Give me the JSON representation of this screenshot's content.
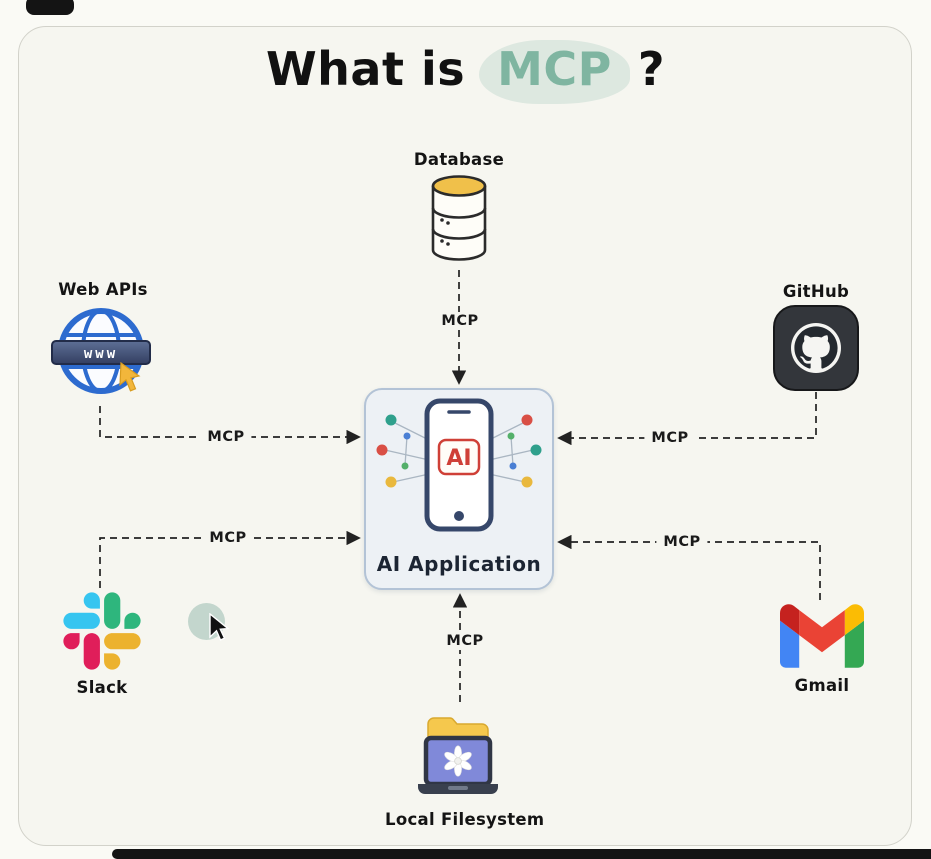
{
  "title": {
    "prefix": "What is",
    "highlight": "MCP",
    "suffix": "?"
  },
  "center": {
    "app_label": "AI Application",
    "phone_screen_label": "AI"
  },
  "nodes": {
    "database": {
      "label": "Database",
      "mcp_label": "MCP"
    },
    "web_apis": {
      "label": "Web APIs",
      "banner": "www",
      "mcp_label": "MCP"
    },
    "github": {
      "label": "GitHub",
      "mcp_label": "MCP"
    },
    "slack": {
      "label": "Slack",
      "mcp_label": "MCP"
    },
    "gmail": {
      "label": "Gmail",
      "mcp_label": "MCP"
    },
    "filesystem": {
      "label": "Local Filesystem",
      "mcp_label": "MCP"
    }
  },
  "colors": {
    "page_background": "#fafaf5",
    "card_background": "#f6f6f0",
    "title_text": "#111111",
    "mcp_highlight_text": "#7fb5a1",
    "mcp_highlight_bg": "#dde8e0",
    "connector": "#222222",
    "center_box_bg": "#edf1f5",
    "center_box_border": "#b3c3d6",
    "ai_badge_red": "#cf4037",
    "database_gold": "#f0c04a",
    "globe_blue": "#2d6bcf",
    "folder_yellow": "#f5c84d"
  }
}
